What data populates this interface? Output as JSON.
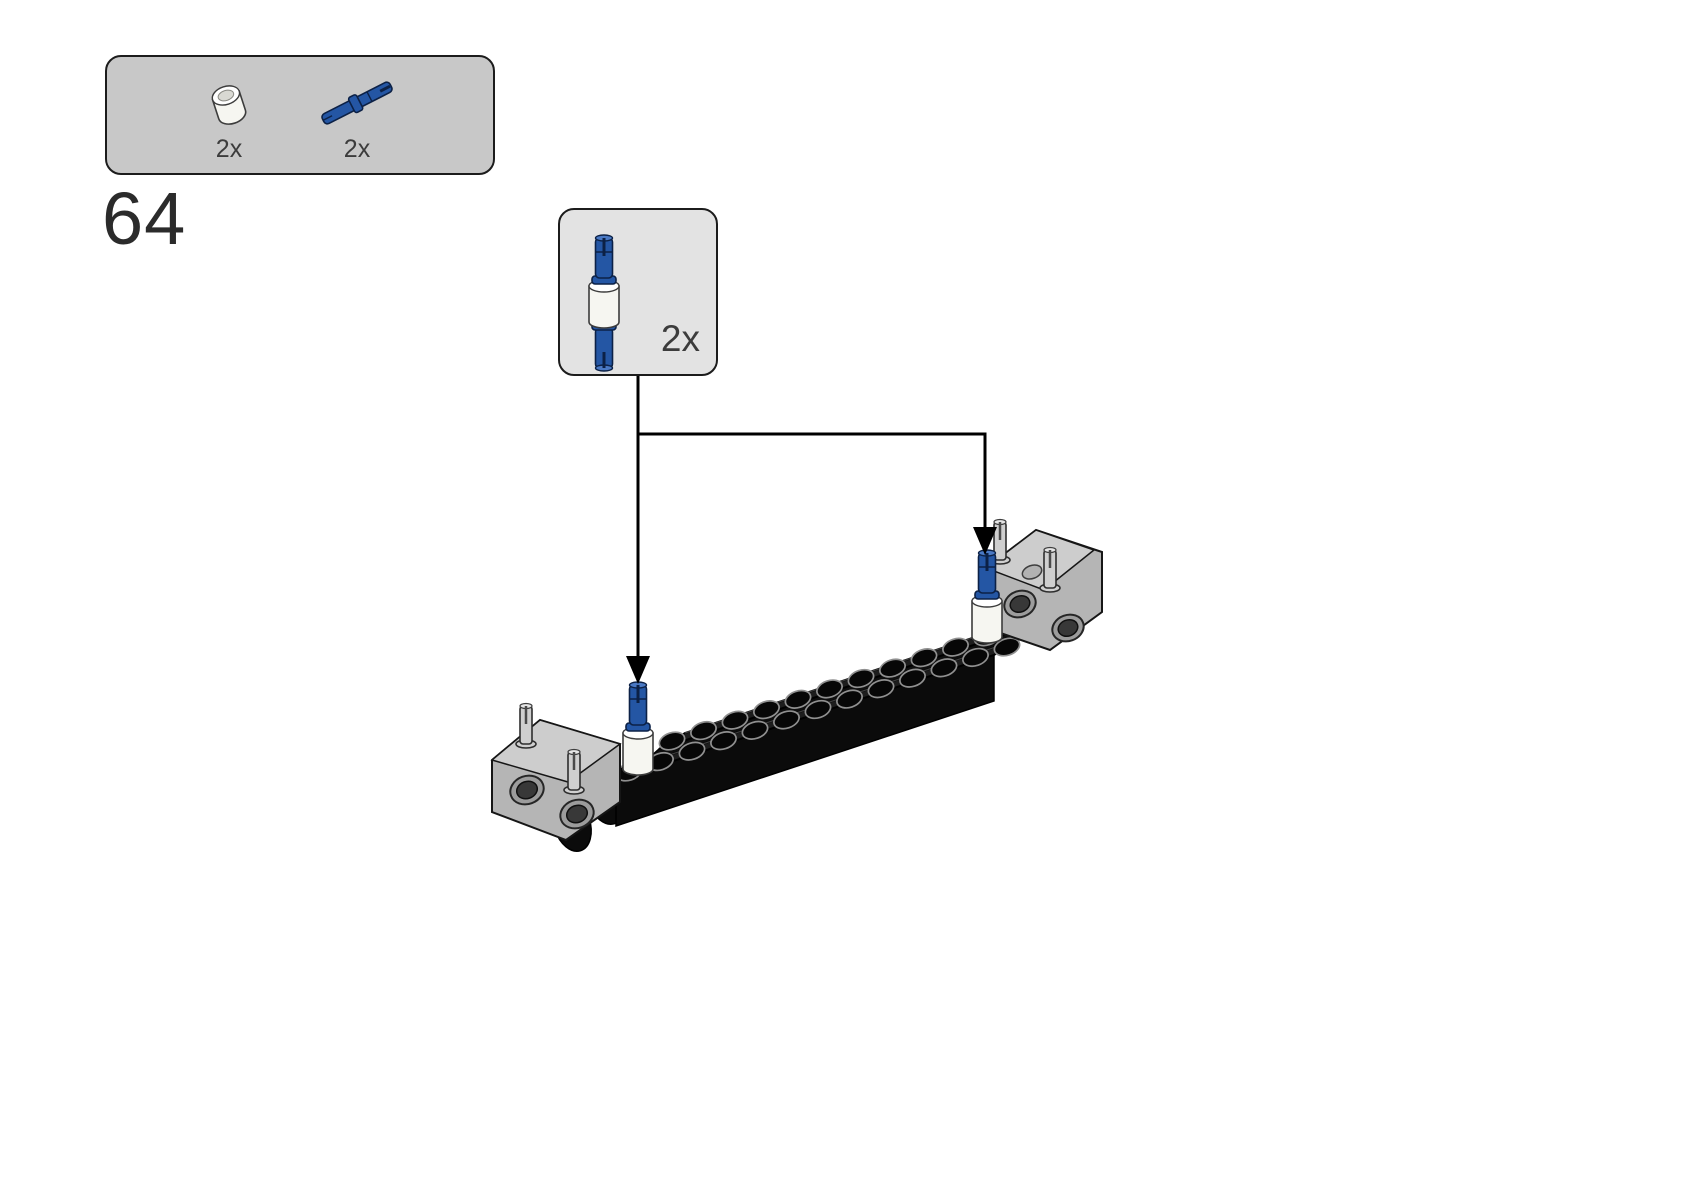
{
  "page": {
    "step_number": "64"
  },
  "parts_box": {
    "items": [
      {
        "id": "white-round-connector",
        "count": "2x"
      },
      {
        "id": "blue-long-friction-pin",
        "count": "2x"
      }
    ]
  },
  "callout": {
    "id": "blue-pin-white-connector-assembly",
    "count": "2x"
  },
  "colors": {
    "parts_box_bg": "#c8c8c8",
    "callout_bg": "#e3e3e3",
    "outline": "#1c1c1c",
    "lego_blue": "#2456a4",
    "lego_white": "#f6f6f1",
    "beam_black": "#1d1d1d",
    "connector_gray": "#b5b5b5",
    "pin_gray": "#cfcfcf",
    "label_color": "#3c3c3c",
    "step_color": "#2b2b2b"
  }
}
